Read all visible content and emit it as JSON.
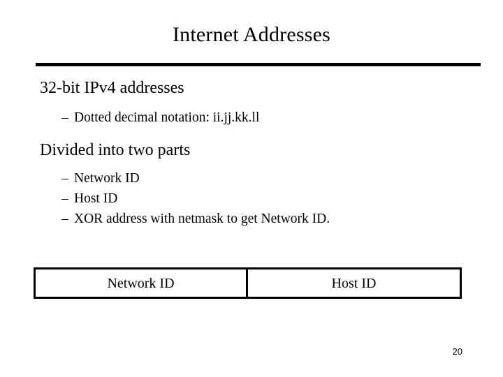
{
  "slide": {
    "title": "Internet Addresses",
    "page_number": "20",
    "bullets": [
      {
        "level": 1,
        "text": "32-bit IPv4 addresses"
      },
      {
        "level": 2,
        "marker": "–",
        "text": "Dotted decimal notation: ii.jj.kk.ll"
      },
      {
        "level": 1,
        "text": "Divided into two parts"
      },
      {
        "level": 2,
        "marker": "–",
        "text": "Network ID"
      },
      {
        "level": 2,
        "marker": "–",
        "text": "Host ID"
      },
      {
        "level": 2,
        "marker": "–",
        "text": "XOR address with netmask to get Network ID."
      }
    ],
    "diagram": {
      "cells": [
        {
          "label": "Network ID"
        },
        {
          "label": "Host ID"
        }
      ]
    },
    "colors": {
      "text": "#000000",
      "background": "#ffffff",
      "rule": "#000000"
    }
  }
}
